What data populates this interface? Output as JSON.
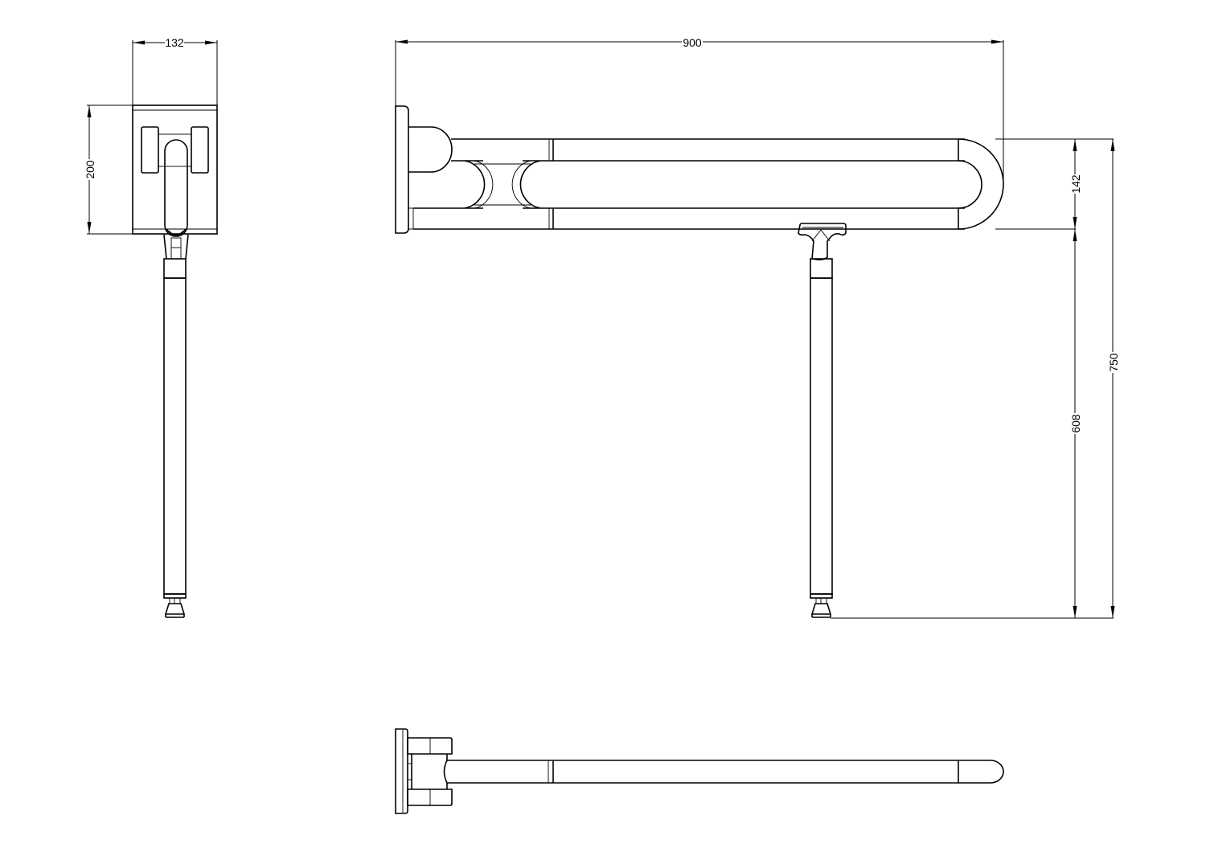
{
  "drawing": {
    "title": "Foldable grab bar with support leg - technical drawing",
    "views": [
      "side-view",
      "front-view",
      "top-view"
    ],
    "units": "mm",
    "line_color": "#000000",
    "background": "#ffffff"
  },
  "dimensions": {
    "side_view_width": "132",
    "side_view_height": "200",
    "overall_length": "900",
    "bar_spacing": "142",
    "leg_height": "608",
    "total_height": "750"
  }
}
